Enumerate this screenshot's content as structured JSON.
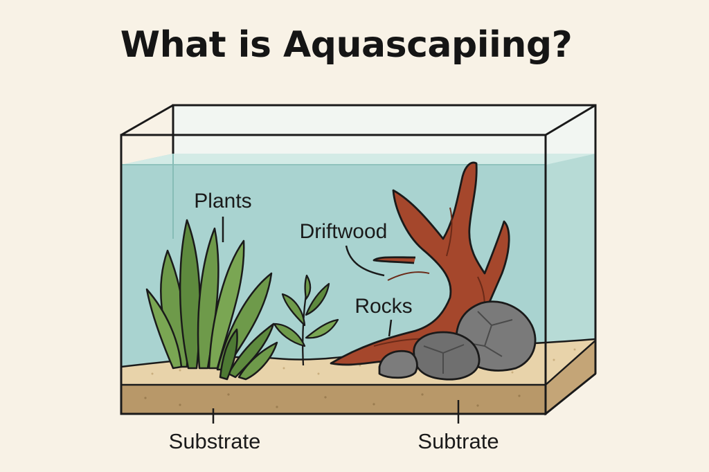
{
  "title": "What is Aquascapiing?",
  "labels": {
    "plants": "Plants",
    "driftwood": "Driftwood",
    "rocks": "Rocks",
    "substrate_left": "Substrate",
    "substrate_right": "Subtrate"
  },
  "colors": {
    "background": "#f8f2e6",
    "water": "#a9d3d0",
    "water_surface": "#cfe7e2",
    "sand": "#e8d3aa",
    "soil": "#b89869",
    "plant_green": "#6e9a4a",
    "plant_dark": "#4e7a34",
    "driftwood": "#a5472c",
    "rock": "#767676",
    "outline": "#1a1a1a"
  }
}
